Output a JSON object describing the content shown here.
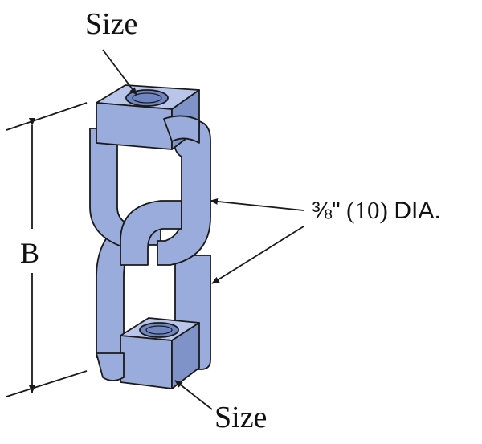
{
  "labels": {
    "size_top": "Size",
    "size_bottom": "Size",
    "dimension": "B",
    "diameter_fraction": "⅜\"",
    "diameter_metric": "(10)",
    "diameter_abbr": "DIA."
  },
  "colors": {
    "steel_fill": "#9aacdc",
    "steel_shade": "#7f93c8",
    "steel_light": "#b9c6ea",
    "outline": "#1a1a1a",
    "thread_hole": "#6f86c2"
  }
}
